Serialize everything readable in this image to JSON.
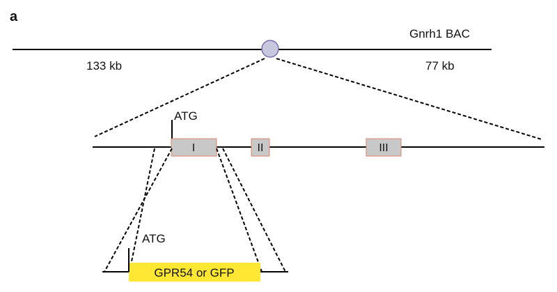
{
  "panel_label": "a",
  "bac": {
    "name": "Gnrh1 BAC",
    "left_size": "133 kb",
    "right_size": "77 kb"
  },
  "gene": {
    "start_codon": "ATG",
    "exons": [
      "I",
      "II",
      "III"
    ]
  },
  "cassette": {
    "start_codon": "ATG",
    "label": "GPR54 or GFP"
  },
  "colors": {
    "line": "#000000",
    "locus_marker": "#c7c7de",
    "locus_marker_border": "#7a6fb0",
    "exon_fill": "#c8c8c8",
    "exon_border": "#e0846c",
    "cassette_fill": "#ffe733"
  }
}
